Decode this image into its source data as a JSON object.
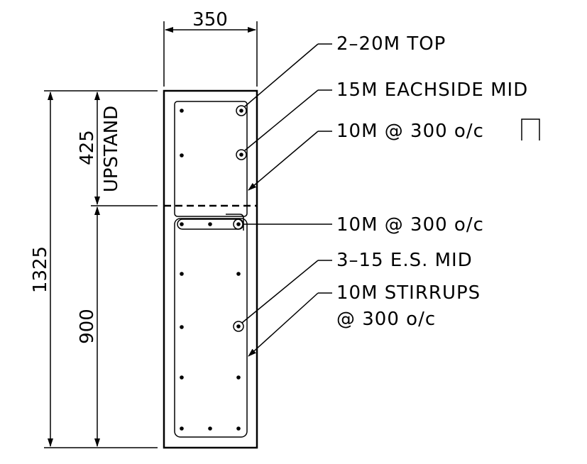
{
  "dimensions": {
    "width": "350",
    "total_height": "1325",
    "upper_height": "425",
    "upper_label": "UPSTAND",
    "lower_height": "900"
  },
  "callouts": {
    "top_bars": "2–20M TOP",
    "each_side_mid": "15M EACHSIDE MID",
    "upper_ties": "10M @ 300 o/c",
    "middle_ties": "10M @ 300 o/c",
    "lower_mid": "3–15 E.S. MID",
    "stirrups_line1": "10M STIRRUPS",
    "stirrups_line2": "@ 300 o/c"
  }
}
